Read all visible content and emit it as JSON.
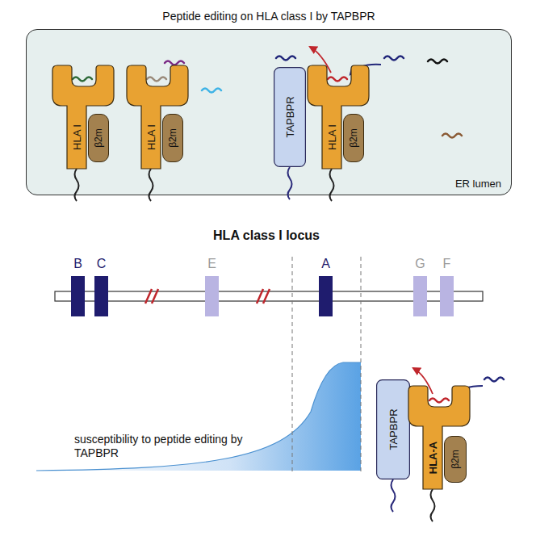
{
  "diagram": {
    "nodes": [
      {
        "text": [
          "Peptide editing on HLA class I by TAPBPR",
          "ER lumen"
        ]
      },
      {
        "text": [
          "HLA I"
        ],
        "in": 0
      },
      {
        "text": [
          "β2m"
        ],
        "in": 0
      },
      {
        "text": [
          "HLA I"
        ],
        "in": 0
      },
      {
        "text": [
          "β2m"
        ],
        "in": 0
      },
      {
        "text": [
          "TAPBPR"
        ],
        "in": 0
      },
      {
        "text": [
          "HLA I"
        ],
        "in": 0
      },
      {
        "text": [
          "β2m"
        ],
        "in": 0
      },
      {
        "text": [
          "B"
        ]
      },
      {
        "text": [
          "C"
        ]
      },
      {
        "text": [
          "E"
        ]
      },
      {
        "text": [
          "A"
        ]
      },
      {
        "text": [
          "G"
        ]
      },
      {
        "text": [
          "F"
        ]
      },
      {
        "text": [
          "TAPBPR"
        ]
      },
      {
        "text": [
          "HLA-A"
        ]
      },
      {
        "text": [
          "β2m"
        ]
      }
    ],
    "labels": [
      "HLA class I locus",
      "susceptibility to peptide editing by TAPBPR"
    ]
  }
}
